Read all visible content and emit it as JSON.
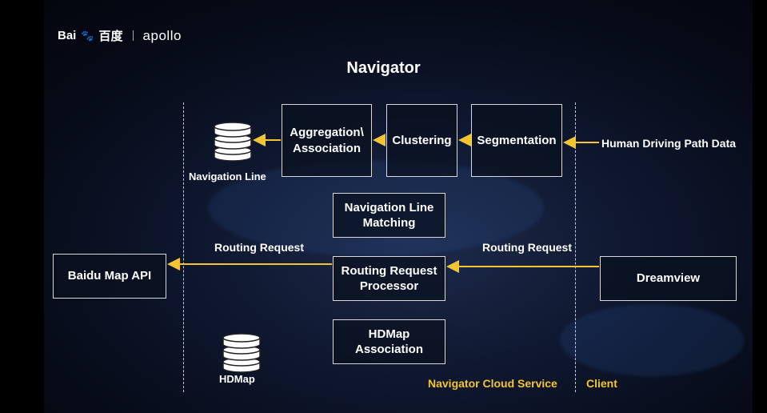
{
  "logo": {
    "brand_text": "Bai",
    "brand_suffix": "百度",
    "product": "apollo"
  },
  "title": "Navigator",
  "boxes": {
    "aggregation": "Aggregation\\ Association",
    "clustering": "Clustering",
    "segmentation": "Segmentation",
    "nav_matching": "Navigation Line Matching",
    "routing_processor": "Routing Request Processor",
    "hdmap_assoc": "HDMap Association",
    "baidu_api": "Baidu Map API",
    "dreamview": "Dreamview"
  },
  "labels": {
    "human_path": "Human Driving Path Data",
    "navigation_line": "Navigation Line",
    "hdmap": "HDMap",
    "routing_left": "Routing Request",
    "routing_right": "Routing Request",
    "cloud_service": "Navigator Cloud Service",
    "client": "Client"
  },
  "colors": {
    "arrow": "#f4c531",
    "accent_text": "#f4c531"
  }
}
